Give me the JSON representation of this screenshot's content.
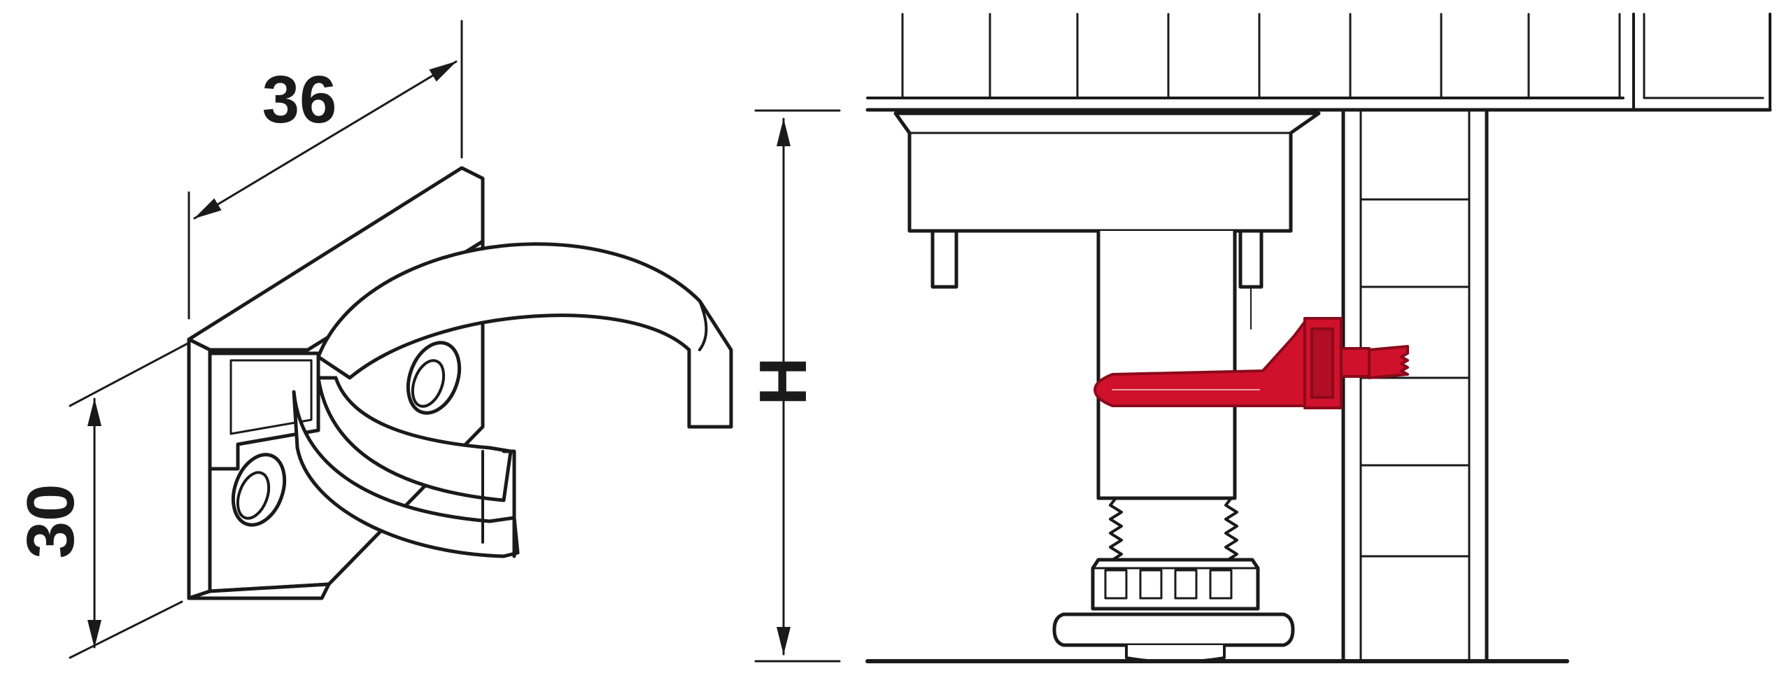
{
  "clip_view": {
    "width_dimension": "36",
    "height_dimension": "30"
  },
  "installation_view": {
    "height_symbol": "H"
  },
  "colors": {
    "line": "#1a1a1a",
    "clip_highlight": "#d0112b",
    "clip_highlight_dark": "#8a0a1b",
    "fill_light": "#ffffff"
  }
}
